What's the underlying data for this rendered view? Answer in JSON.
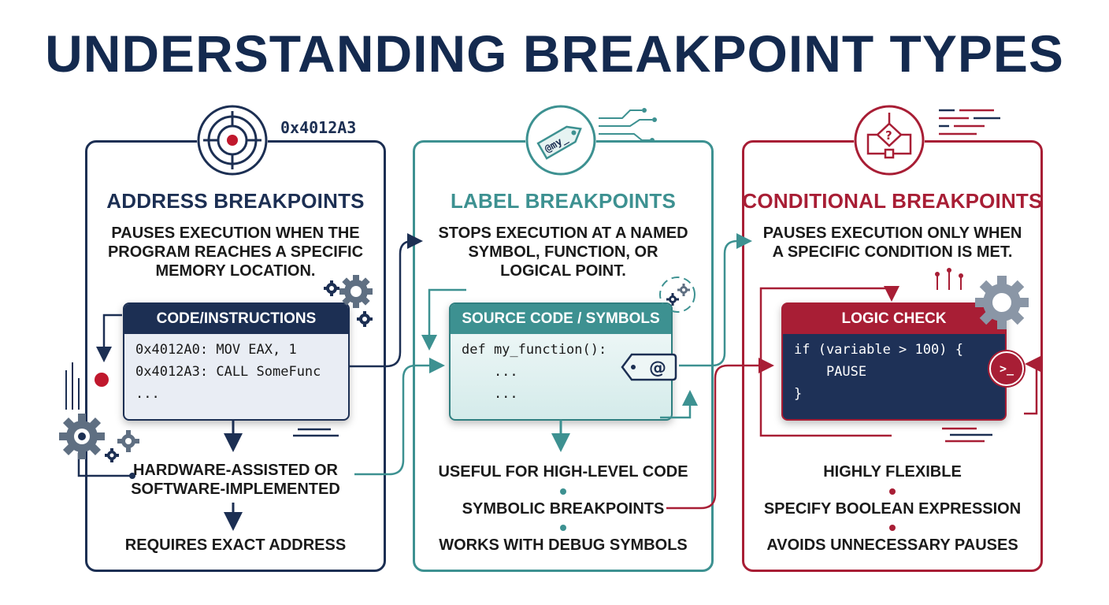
{
  "title": "UNDERSTANDING BREAKPOINT TYPES",
  "colors": {
    "navy": "#1c2f53",
    "teal": "#3d9191",
    "crimson": "#a81e35"
  },
  "address": {
    "address_tag": "0x4012A3",
    "heading": "ADDRESS BREAKPOINTS",
    "desc": [
      "PAUSES EXECUTION WHEN THE",
      "PROGRAM REACHES A SPECIFIC",
      "MEMORY LOCATION."
    ],
    "box_title": "CODE/INSTRUCTIONS",
    "code": [
      "0x4012A0: MOV EAX, 1",
      "0x4012A3: CALL SomeFunc",
      "..."
    ],
    "bullets": [
      [
        "HARDWARE-ASSISTED OR",
        "SOFTWARE-IMPLEMENTED"
      ],
      [
        "REQUIRES EXACT ADDRESS"
      ]
    ]
  },
  "label": {
    "tag_text": "@my_",
    "heading": "LABEL BREAKPOINTS",
    "desc": [
      "STOPS EXECUTION AT A NAMED",
      "SYMBOL, FUNCTION, OR",
      "LOGICAL POINT."
    ],
    "box_title": "SOURCE CODE / SYMBOLS",
    "code": [
      "def my_function():",
      "    ...",
      "    ..."
    ],
    "at_symbol": "@",
    "bullets": [
      "USEFUL FOR HIGH-LEVEL CODE",
      "SYMBOLIC BREAKPOINTS",
      "WORKS WITH DEBUG SYMBOLS"
    ]
  },
  "conditional": {
    "icon_glyph": "?",
    "heading": "CONDITIONAL BREAKPOINTS",
    "desc": [
      "PAUSES EXECUTION ONLY WHEN",
      "A SPECIFIC CONDITION IS MET."
    ],
    "box_title": "LOGIC CHECK",
    "code": [
      "if (variable > 100) {",
      "    PAUSE",
      "}"
    ],
    "prompt_glyph": ">_",
    "bullets": [
      "HIGHLY FLEXIBLE",
      "SPECIFY BOOLEAN EXPRESSION",
      "AVOIDS UNNECESSARY PAUSES"
    ]
  }
}
